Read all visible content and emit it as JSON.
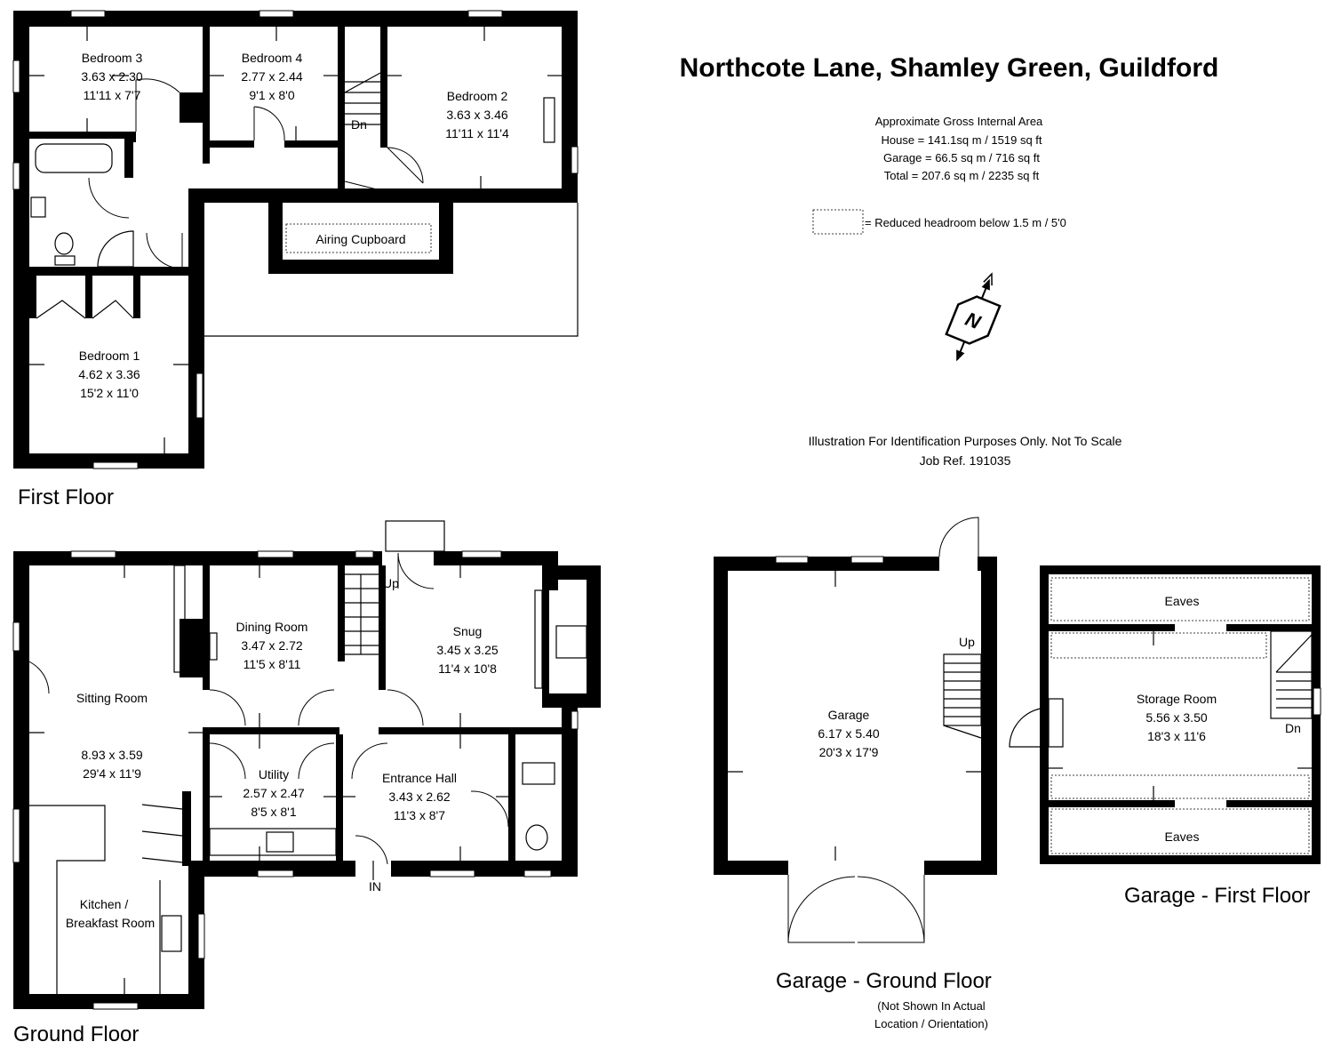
{
  "title": "Northcote Lane, Shamley Green, Guildford",
  "area": {
    "heading": "Approximate Gross Internal Area",
    "house": "House = 141.1sq m / 1519 sq ft",
    "garage": "Garage = 66.5 sq m / 716 sq ft",
    "total": "Total = 207.6 sq m / 2235 sq ft"
  },
  "legend": {
    "text": "=  Reduced headroom below 1.5 m / 5'0"
  },
  "compass": {
    "label": "N"
  },
  "disclaimer": {
    "line1": "Illustration For Identification Purposes Only. Not To Scale",
    "line2": "Job Ref.  191035"
  },
  "floors": {
    "first": "First Floor",
    "ground": "Ground Floor",
    "garage_ground": "Garage - Ground Floor",
    "garage_first": "Garage - First Floor",
    "garage_note1": "(Not Shown In Actual",
    "garage_note2": "Location / Orientation)"
  },
  "rooms": {
    "bedroom3": {
      "name": "Bedroom 3",
      "metric": "3.63 x 2.30",
      "imperial": "11'11 x 7'7"
    },
    "bedroom4": {
      "name": "Bedroom 4",
      "metric": "2.77 x 2.44",
      "imperial": "9'1 x 8'0"
    },
    "bedroom2": {
      "name": "Bedroom 2",
      "metric": "3.63 x 3.46",
      "imperial": "11'11 x 11'4"
    },
    "bedroom1": {
      "name": "Bedroom 1",
      "metric": "4.62 x 3.36",
      "imperial": "15'2 x 11'0"
    },
    "airing": {
      "name": "Airing Cupboard"
    },
    "sitting": {
      "name": "Sitting Room",
      "metric": "8.93 x 3.59",
      "imperial": "29'4 x 11'9"
    },
    "dining": {
      "name": "Dining Room",
      "metric": "3.47 x 2.72",
      "imperial": "11'5 x 8'11"
    },
    "snug": {
      "name": "Snug",
      "metric": "3.45 x 3.25",
      "imperial": "11'4 x 10'8"
    },
    "utility": {
      "name": "Utility",
      "metric": "2.57 x 2.47",
      "imperial": "8'5 x 8'1"
    },
    "hall": {
      "name": "Entrance Hall",
      "metric": "3.43 x 2.62",
      "imperial": "11'3 x 8'7"
    },
    "kitchen": {
      "line1": "Kitchen /",
      "line2": "Breakfast Room"
    },
    "garage": {
      "name": "Garage",
      "metric": "6.17 x 5.40",
      "imperial": "20'3 x 17'9"
    },
    "storage": {
      "name": "Storage Room",
      "metric": "5.56 x 3.50",
      "imperial": "18'3 x 11'6"
    },
    "eaves_top": "Eaves",
    "eaves_bottom": "Eaves"
  },
  "stairs": {
    "first_dn": "Dn",
    "ground_up": "Up",
    "garage_up": "Up",
    "garage_dn": "Dn",
    "entrance": "IN"
  }
}
